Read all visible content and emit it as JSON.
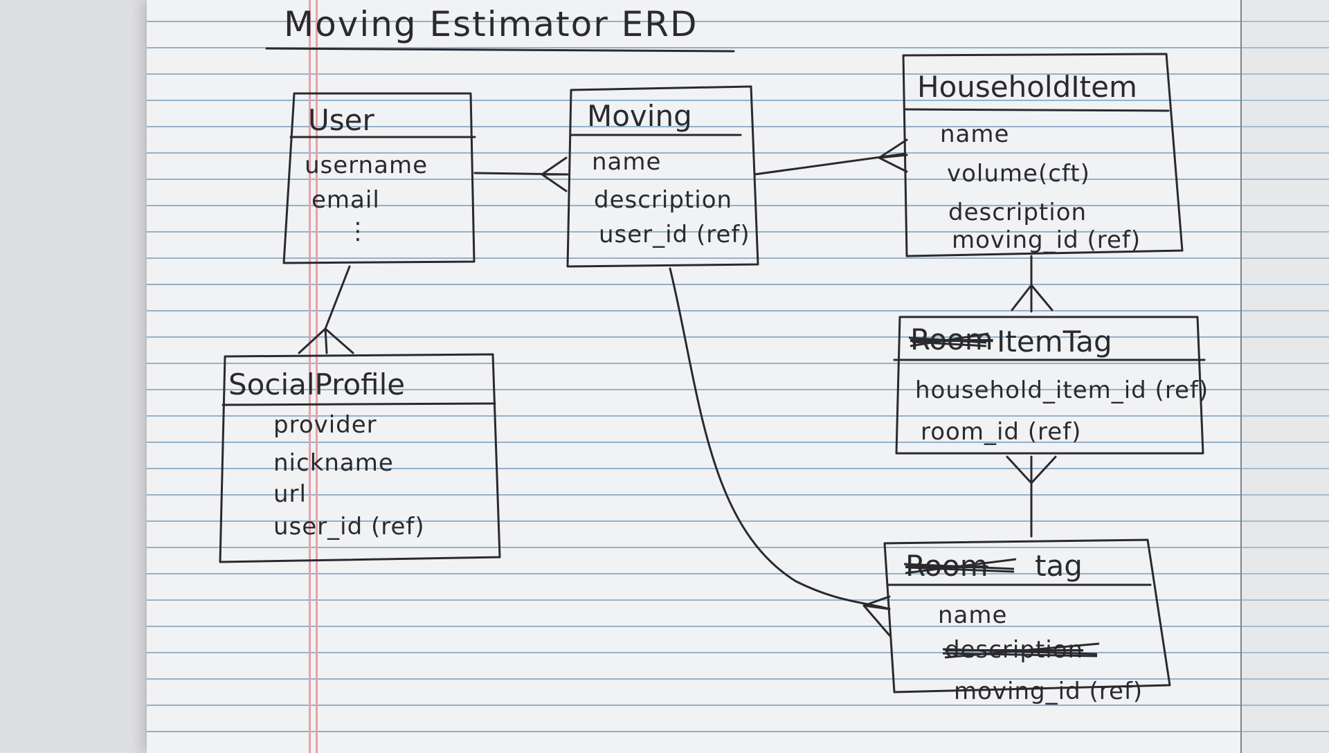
{
  "title": "Moving Estimator ERD",
  "entities": {
    "user": {
      "name": "User",
      "attributes": [
        "username",
        "email",
        "⋮"
      ]
    },
    "moving": {
      "name": "Moving",
      "attributes": [
        "name",
        "description",
        "user_id (ref)"
      ]
    },
    "household_item": {
      "name": "HouseholdItem",
      "attributes": [
        "name",
        "volume(cft)",
        "description",
        "moving_id (ref)"
      ]
    },
    "social_profile": {
      "name": "SocialProfile",
      "attributes": [
        "provider",
        "nickname",
        "url",
        "user_id (ref)"
      ]
    },
    "item_tag": {
      "name": "ItemTag",
      "struck_prefix": "Room",
      "attributes": [
        "household_item_id (ref)",
        "room_id (ref)"
      ]
    },
    "tag": {
      "name": "tag",
      "struck_prefix": "Room",
      "attributes": [
        "name",
        "description",
        "moving_id (ref)"
      ],
      "struck_attributes": [
        1
      ]
    }
  },
  "relationships": [
    {
      "from": "User",
      "to": "Moving",
      "cardinality": "one-to-many"
    },
    {
      "from": "Moving",
      "to": "HouseholdItem",
      "cardinality": "one-to-many"
    },
    {
      "from": "User",
      "to": "SocialProfile",
      "cardinality": "one-to-many"
    },
    {
      "from": "HouseholdItem",
      "to": "ItemTag",
      "cardinality": "one-to-many"
    },
    {
      "from": "tag",
      "to": "ItemTag",
      "cardinality": "one-to-many"
    },
    {
      "from": "Moving",
      "to": "tag",
      "cardinality": "one-to-many"
    }
  ]
}
